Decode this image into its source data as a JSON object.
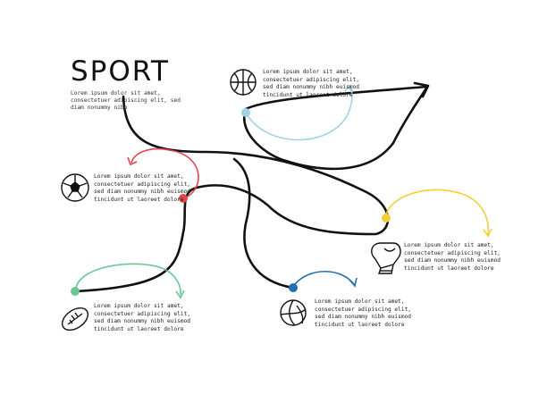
{
  "header": {
    "title": "SPORT",
    "subtitle": "Lorem ipsum dolor sit amet, consectetuer adipiscing elit, sed diam nonummy nibh"
  },
  "items": [
    {
      "icon": "basketball-icon",
      "color": "#9fd3e3",
      "text": "Lorem ipsum dolor sit amet, consectetuer adipiscing elit, sed diam nonummy nibh euismod tincidunt ut laoreet dolore"
    },
    {
      "icon": "soccer-ball-icon",
      "color": "#e0464a",
      "text": "Lorem ipsum dolor sit amet, consectetuer adipiscing elit, sed diam nonummy nibh euismod tincidunt ut laoreet dolore"
    },
    {
      "icon": "boxing-glove-icon",
      "color": "#f2cf3b",
      "text": "Lorem ipsum dolor sit amet, consectetuer adipiscing elit, sed diam nonummy nibh euismod tincidunt ut laoreet dolore"
    },
    {
      "icon": "rugby-ball-icon",
      "color": "#69c795",
      "text": "Lorem ipsum dolor sit amet, consectetuer adipiscing elit, sed diam nonummy nibh euismod tincidunt ut laoreet dolore"
    },
    {
      "icon": "volleyball-icon",
      "color": "#1f6fb1",
      "text": "Lorem ipsum dolor sit amet, consectetuer adipiscing elit, sed diam nonummy nibh euismod tincidunt ut laoreet dolore"
    }
  ]
}
